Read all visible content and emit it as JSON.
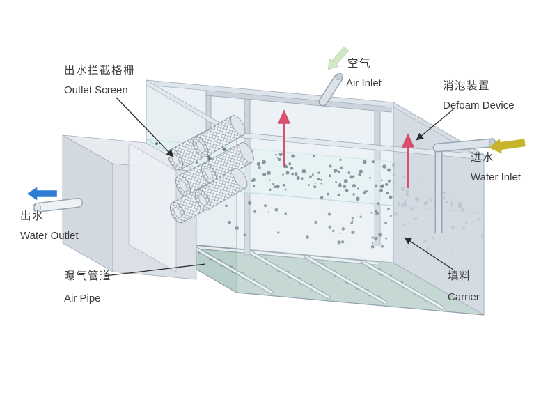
{
  "labels": {
    "outlet_screen": {
      "cn": "出水拦截格栅",
      "en": "Outlet Screen"
    },
    "air_inlet": {
      "cn": "空气",
      "en": "Air Inlet"
    },
    "defoam_device": {
      "cn": "消泡装置",
      "en": "Defoam Device"
    },
    "water_inlet": {
      "cn": "进水",
      "en": "Water Inlet"
    },
    "water_outlet": {
      "cn": "出水",
      "en": "Water Outlet"
    },
    "air_pipe": {
      "cn": "曝气管道",
      "en": "Air Pipe"
    },
    "carrier": {
      "cn": "填料",
      "en": "Carrier"
    }
  },
  "icons": {
    "water_outlet_arrow": "left-arrow",
    "water_inlet_arrow": "left-arrow",
    "air_inlet_arrow": "down-left-arrow",
    "defoam_arrow": "up-arrow"
  },
  "colors": {
    "water_outlet_arrow": "#2f7cd6",
    "water_inlet_arrow": "#c6b42c",
    "air_inlet_arrow": "#cfe8c6",
    "defoam_arrow": "#d94f6e",
    "tank_wall": "#ccd3dd",
    "tank_floor": "#b9d0ca",
    "water_surface": "#dff0f1",
    "carrier_dot": "#5c6b72",
    "label_text": "#3a3a3a"
  }
}
